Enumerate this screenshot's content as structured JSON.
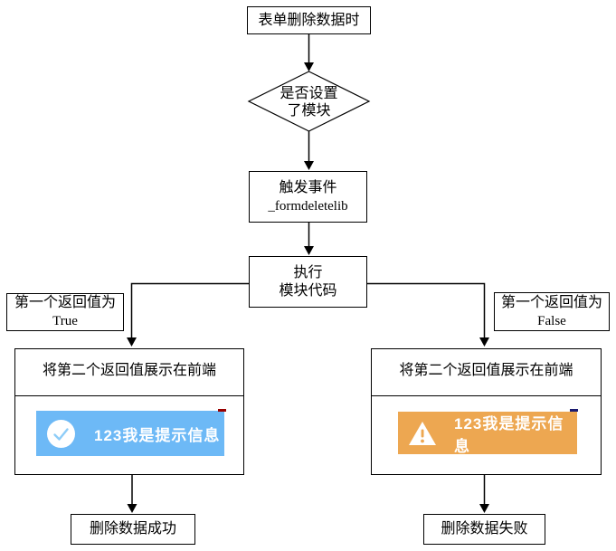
{
  "canvas": {
    "background": "#ffffff",
    "line_color": "#000000"
  },
  "nodes": {
    "start": {
      "label": "表单删除数据时"
    },
    "decision": {
      "line1": "是否设置",
      "line2": "了模块"
    },
    "trigger": {
      "line1": "触发事件",
      "line2": "_formdeletelib"
    },
    "execute": {
      "line1": "执行",
      "line2": "模块代码"
    },
    "branch_true": {
      "line1": "第一个返回值为",
      "line2": "True"
    },
    "branch_false": {
      "line1": "第一个返回值为",
      "line2": "False"
    },
    "display_success": {
      "header": "将第二个返回值展示在前端"
    },
    "display_fail": {
      "header": "将第二个返回值展示在前端"
    },
    "end_success": {
      "label": "删除数据成功"
    },
    "end_fail": {
      "label": "删除数据失败"
    }
  },
  "toasts": {
    "success": {
      "message": "123我是提示信息",
      "bg": "#6db9f6",
      "icon": "check-circle-icon",
      "icon_accent": "#8ecdf8"
    },
    "warning": {
      "message": "123我是提示信息",
      "bg": "#eda751",
      "icon": "warning-triangle-icon",
      "icon_accent": "#eda751"
    }
  }
}
